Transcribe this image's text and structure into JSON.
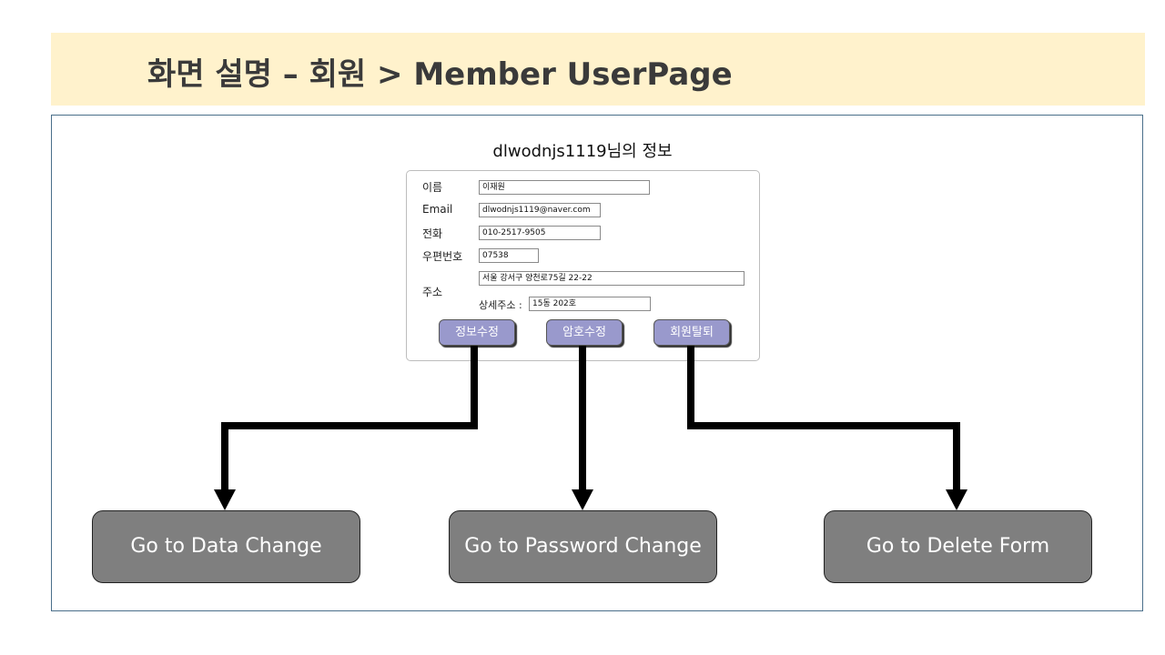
{
  "slide": {
    "title": "화면 설명 – 회원 > Member UserPage",
    "banner_color": "#fff2cc"
  },
  "page": {
    "heading": "dlwodnjs1119님의 정보",
    "fields": {
      "name_label": "이름",
      "name_value": "이재원",
      "email_label": "Email",
      "email_value": "dlwodnjs1119@naver.com",
      "phone_label": "전화",
      "phone_value": "010-2517-9505",
      "zip_label": "우편번호",
      "zip_value": "07538",
      "address_label": "주소",
      "address_value": "서울 강서구 양천로75길 22-22",
      "detail_label": "상세주소 :",
      "detail_value": "15동 202호"
    },
    "buttons": {
      "edit_info": "정보수정",
      "change_password": "암호수정",
      "withdraw": "회원탈퇴"
    },
    "button_color": "#9999cc"
  },
  "targets": {
    "data_change": "Go to Data Change",
    "password_change": "Go to Password Change",
    "delete_form": "Go to Delete Form",
    "box_color": "#7f7f7f"
  }
}
